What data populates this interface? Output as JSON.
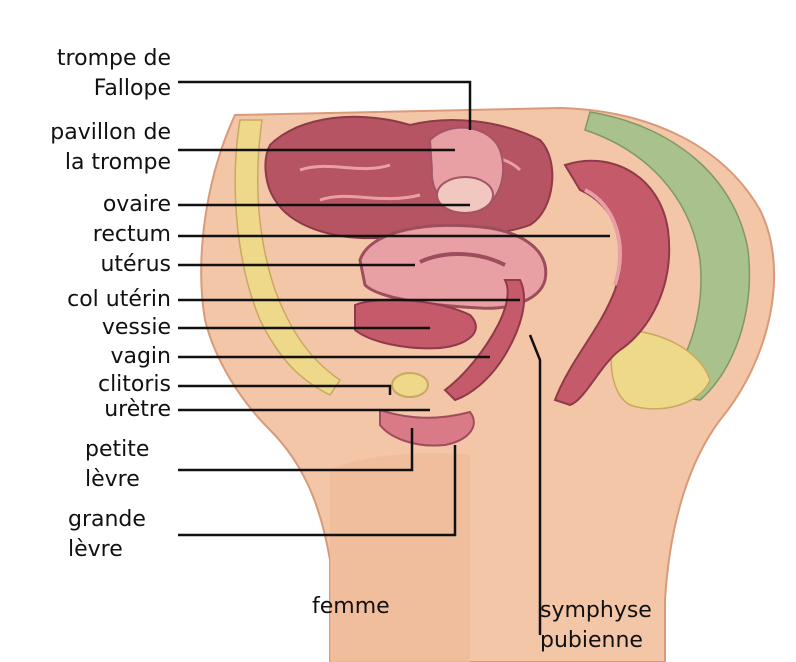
{
  "labels": {
    "trompe_de_fallope": [
      "trompe de",
      "Fallope"
    ],
    "pavillon_de_la_trompe": [
      "pavillon de",
      "la trompe"
    ],
    "ovaire": "ovaire",
    "rectum": "rectum",
    "uterus": "utérus",
    "col_uterin": "col utérin",
    "vessie": "vessie",
    "vagin": "vagin",
    "clitoris": "clitoris",
    "uretre": "urètre",
    "petite_levre": [
      "petite",
      "lèvre"
    ],
    "grande_levre": [
      "grande",
      "lèvre"
    ],
    "symphyse_pubienne": [
      "symphyse",
      "pubienne"
    ],
    "caption": "femme"
  },
  "colors": {
    "skin": "#f3c6a8",
    "skin_dark": "#d99a7a",
    "organ_pink": "#c45a6a",
    "organ_light": "#e8a0a4",
    "fat_yellow": "#eed88a",
    "bone_green": "#a9c18a",
    "line": "#111111"
  }
}
